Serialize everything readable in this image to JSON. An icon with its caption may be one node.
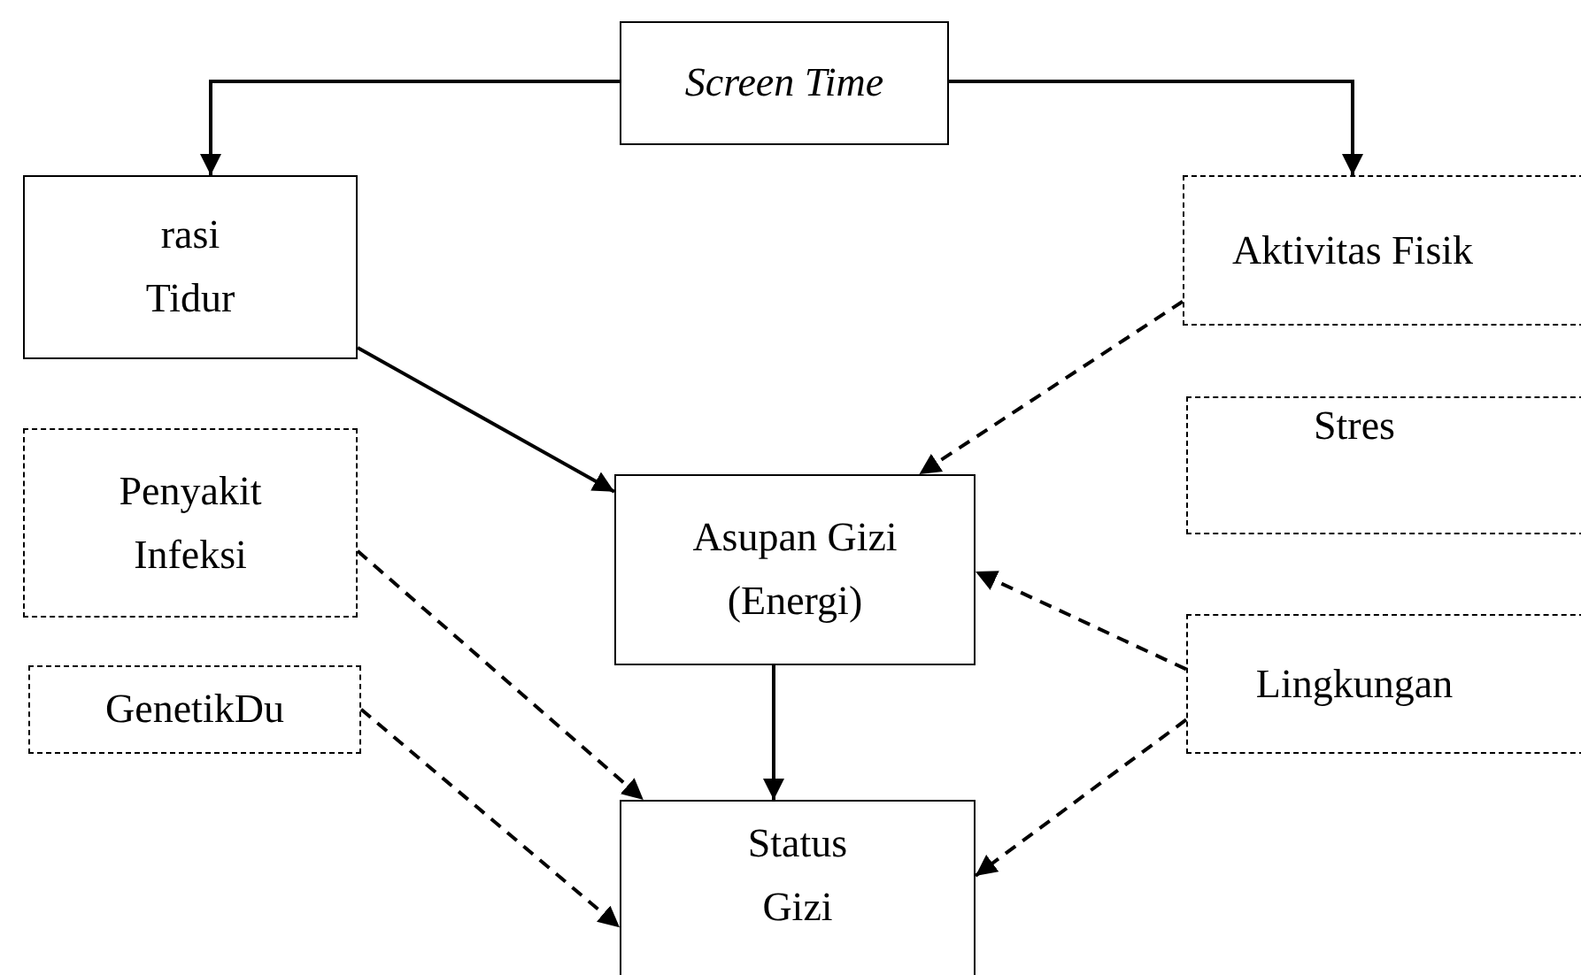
{
  "diagram": {
    "nodes": [
      {
        "text": [
          "Screen Time"
        ]
      },
      {
        "text": [
          "rasi Tidur"
        ]
      },
      {
        "text": [
          "Aktivitas Fisik"
        ]
      },
      {
        "text": [
          "Penyakit Infeksi"
        ]
      },
      {
        "text": [
          "Asupan Gizi (Energi)"
        ]
      },
      {
        "text": [
          "Stres"
        ]
      },
      {
        "text": [
          "GenetikDu"
        ]
      },
      {
        "text": [
          "Lingkungan"
        ]
      },
      {
        "text": [
          "Status Gizi"
        ]
      }
    ],
    "edges": [
      {
        "from": 0,
        "to": 1,
        "arrow": "to"
      },
      {
        "from": 0,
        "to": 2,
        "arrow": "to"
      },
      {
        "from": 1,
        "to": 4,
        "arrow": "to"
      },
      {
        "from": 2,
        "to": 4,
        "arrow": "to",
        "style": "dashed"
      },
      {
        "from": 3,
        "to": 8,
        "arrow": "to",
        "style": "dashed"
      },
      {
        "from": 4,
        "to": 8,
        "arrow": "to"
      },
      {
        "from": 7,
        "to": 4,
        "arrow": "to",
        "style": "dashed"
      },
      {
        "from": 6,
        "to": 8,
        "arrow": "to",
        "style": "dashed"
      },
      {
        "from": 7,
        "to": 8,
        "arrow": "to",
        "style": "dashed"
      }
    ]
  }
}
